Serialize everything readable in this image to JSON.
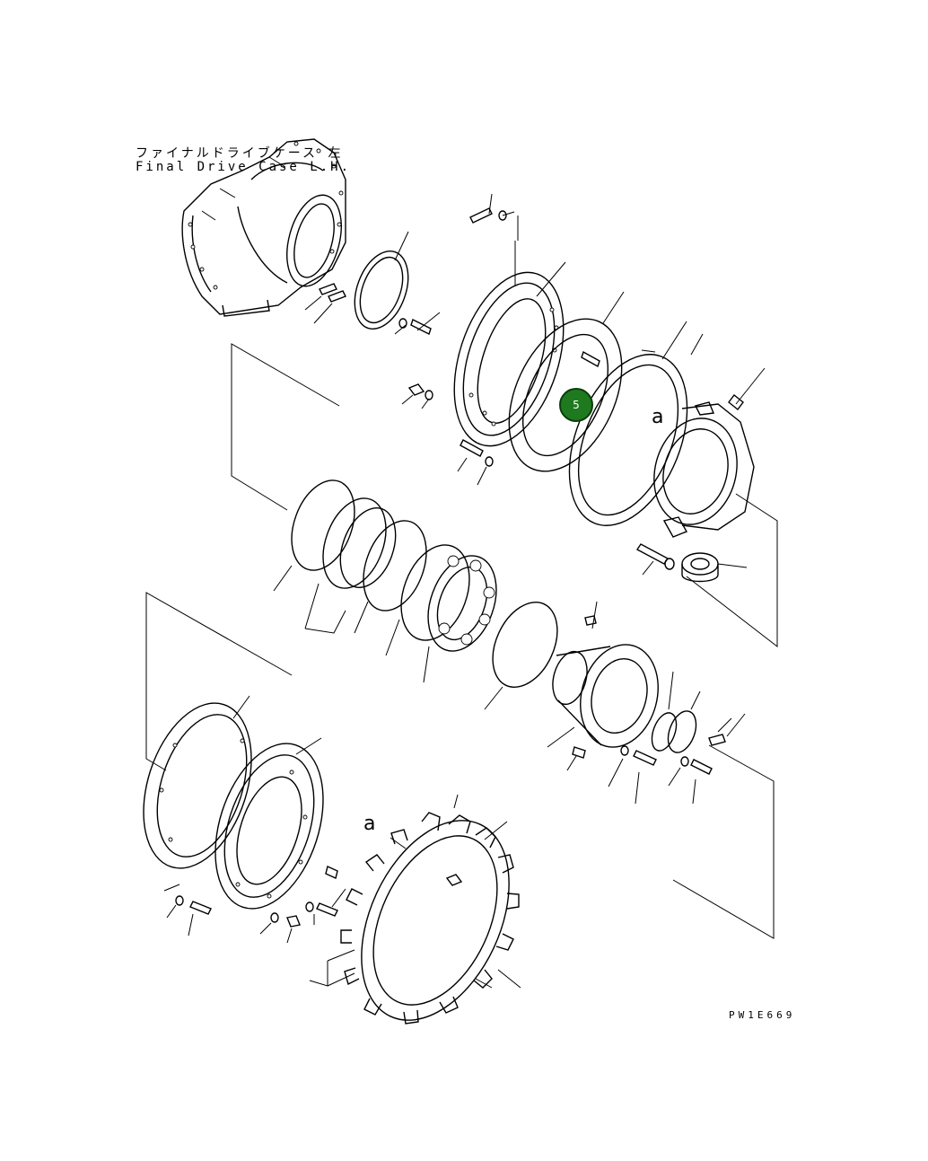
{
  "diagram": {
    "title_jp": "ファイナルドライブケース 左",
    "title_en": "Final Drive Case L.H.",
    "drawing_number": "PW1E669",
    "callout": {
      "label": "5",
      "color": "#1f7a1f"
    },
    "reference_marks": [
      "a",
      "a"
    ]
  }
}
